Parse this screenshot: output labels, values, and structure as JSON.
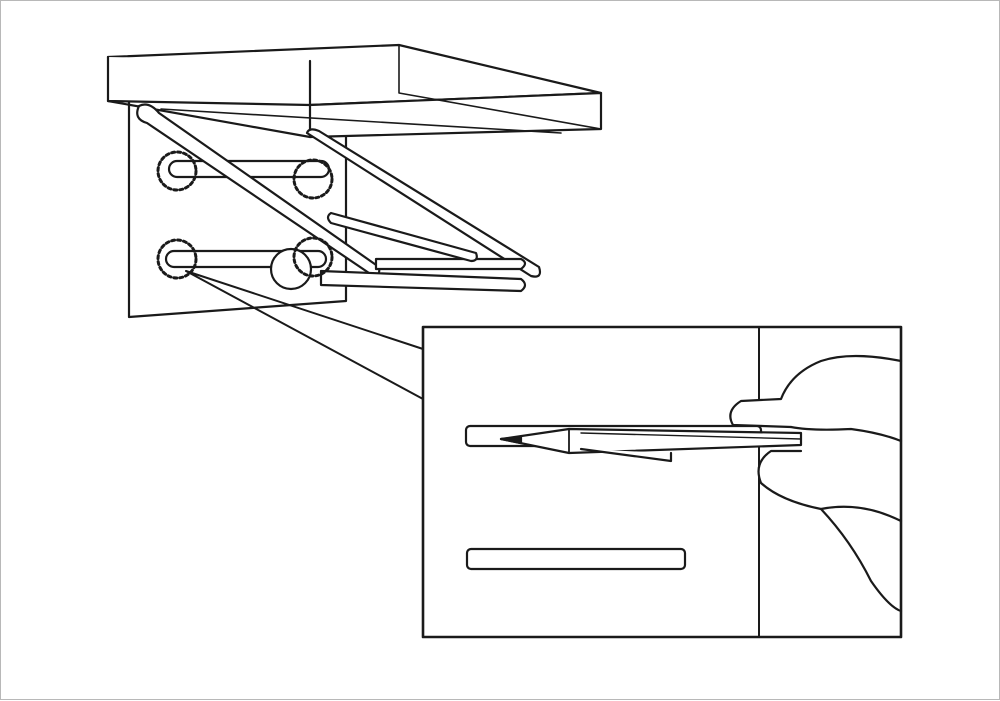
{
  "figure": {
    "kind": "installation-illustration",
    "step": "mark-mounting-holes-with-pencil",
    "line_color": "#1a1a1a",
    "fill_color": "#ffffff",
    "border_color": "#b8b8b8",
    "callout_targets": [
      "upper-left-slot",
      "upper-right-slot",
      "lower-left-slot",
      "lower-right-slot"
    ],
    "icons": [
      "shelf-icon",
      "wire-bracket-icon",
      "pencil-icon",
      "hand-icon"
    ]
  }
}
